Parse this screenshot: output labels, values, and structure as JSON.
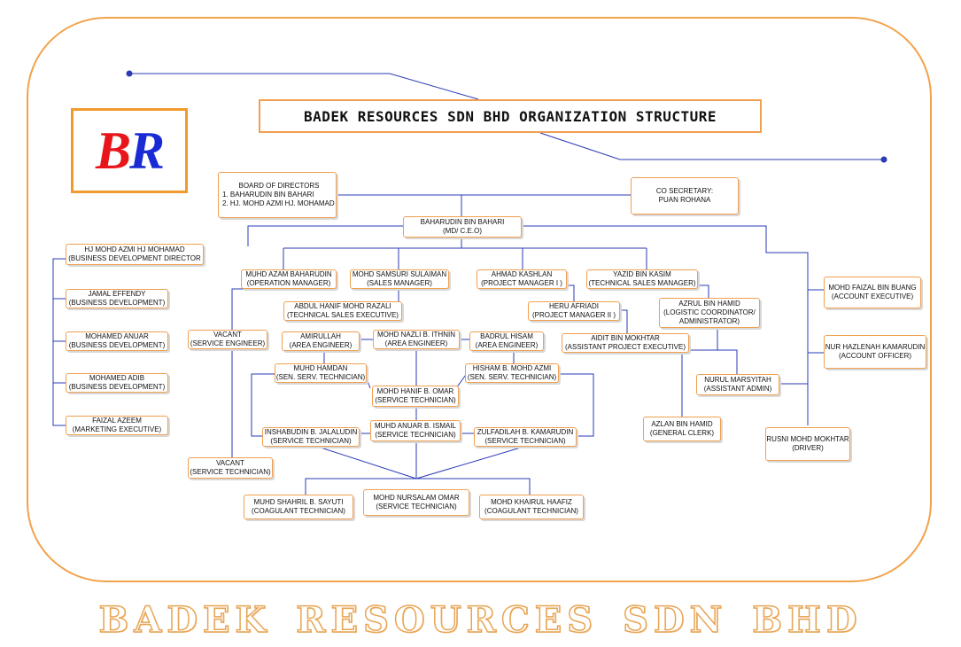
{
  "title": "BADEK RESOURCES SDN BHD ORGANIZATION STRUCTURE",
  "logo": {
    "letter1": "B",
    "letter2": "R",
    "color1": "#e8161b",
    "color2": "#1a2bd6"
  },
  "footer": {
    "word1": "BADEK",
    "word2": "RESOURCES",
    "word3": "SDN",
    "word4": "BHD"
  },
  "colors": {
    "frame": "#f2a24a",
    "box_border": "#f0a050",
    "connector": "#2a3bb5"
  },
  "board": {
    "line1": "BOARD OF DIRECTORS",
    "line2": "1. BAHARUDIN BIN BAHARI",
    "line3": "2. HJ. MOHD AZMI HJ. MOHAMAD"
  },
  "secretary": {
    "line1": "CO SECRETARY:",
    "line2": "PUAN ROHANA"
  },
  "ceo": {
    "line1": "BAHARUDIN BIN BAHARI",
    "line2": "(MD/ C.E.O)"
  },
  "bdd": {
    "line1": "HJ MOHD AZMI HJ MOHAMAD",
    "line2": "(BUSINESS DEVELOPMENT DIRECTOR"
  },
  "jamal": {
    "line1": "JAMAL EFFENDY",
    "line2": "(BUSINESS DEVELOPMENT)"
  },
  "anuar": {
    "line1": "MOHAMED ANUAR",
    "line2": "(BUSINESS DEVELOPMENT)"
  },
  "adib": {
    "line1": "MOHAMED ADIB",
    "line2": "(BUSINESS DEVELOPMENT)"
  },
  "faizal": {
    "line1": "FAIZAL AZEEM",
    "line2": "(MARKETING EXECUTIVE)"
  },
  "azam": {
    "line1": "MUHD AZAM BAHARUDIN",
    "line2": "(OPERATION MANAGER)"
  },
  "samsuri": {
    "line1": "MOHD SAMSURI SULAIMAN",
    "line2": "(SALES MANAGER)"
  },
  "kashlan": {
    "line1": "AHMAD KASHLAN",
    "line2": "(PROJECT MANAGER I )"
  },
  "yazid": {
    "line1": "YAZID BIN KASIM",
    "line2": "(TECHNICAL SALES MANAGER)"
  },
  "hanif_razali": {
    "line1": "ABDUL HANIF MOHD RAZALI",
    "line2": "(TECHNICAL SALES EXECUTIVE)"
  },
  "heru": {
    "line1": "HERU AFRIADI",
    "line2": "(PROJECT MANAGER II )"
  },
  "azrul": {
    "line1": "AZRUL BIN HAMID",
    "line2": "(LOGISTIC COORDINATOR/",
    "line3": "ADMINISTRATOR)"
  },
  "aidit": {
    "line1": "AIDIT BIN MOKHTAR",
    "line2": "(ASSISTANT PROJECT EXECUTIVE)"
  },
  "vacant1": {
    "line1": "VACANT",
    "line2": "(SERVICE ENGINEER)"
  },
  "amirullah": {
    "line1": "AMIRULLAH",
    "line2": "(AREA ENGINEER)"
  },
  "nazli": {
    "line1": "MOHD NAZLI B. ITHNIN",
    "line2": "(AREA ENGINEER)"
  },
  "badrul": {
    "line1": "BADRUL HISAM",
    "line2": "(AREA ENGINEER)"
  },
  "hamdan": {
    "line1": "MUHD HAMDAN",
    "line2": "(SEN. SERV. TECHNICIAN)"
  },
  "hisham": {
    "line1": "HISHAM B. MOHD AZMI",
    "line2": "(SEN. SERV. TECHNICIAN)"
  },
  "hanif_omar": {
    "line1": "MOHD HANIF B. OMAR",
    "line2": "(SERVICE TECHNICIAN)"
  },
  "inshabudin": {
    "line1": "INSHABUDIN B. JALALUDIN",
    "line2": "(SERVICE TECHNICIAN)"
  },
  "ismail": {
    "line1": "MUHD ANUAR B. ISMAIL",
    "line2": "(SERVICE TECHNICIAN)"
  },
  "zulfadilah": {
    "line1": "ZULFADILAH B. KAMARUDIN",
    "line2": "(SERVICE TECHNICIAN)"
  },
  "vacant2": {
    "line1": "VACANT",
    "line2": "(SERVICE TECHNICIAN)"
  },
  "shahril": {
    "line1": "MUHD SHAHRIL B. SAYUTI",
    "line2": "(COAGULANT TECHNICIAN)"
  },
  "nursalam": {
    "line1": "MOHD NURSALAM OMAR",
    "line2": "(SERVICE TECHNICIAN)"
  },
  "khairul": {
    "line1": "MOHD KHAIRUL HAAFIZ",
    "line2": "(COAGULANT TECHNICIAN)"
  },
  "marsyitah": {
    "line1": "NURUL MARSYITAH",
    "line2": "(ASSISTANT ADMIN)"
  },
  "azlan": {
    "line1": "AZLAN BIN HAMID",
    "line2": "(GENERAL CLERK)"
  },
  "faizal_buang": {
    "line1": "MOHD FAIZAL BIN BUANG",
    "line2": "(ACCOUNT EXECUTIVE)"
  },
  "hazlenah": {
    "line1": "NUR HAZLENAH KAMARUDIN",
    "line2": "(ACCOUNT OFFICER)"
  },
  "rusni": {
    "line1": "RUSNI MOHD MOKHTAR",
    "line2": "(DRIVER)"
  }
}
